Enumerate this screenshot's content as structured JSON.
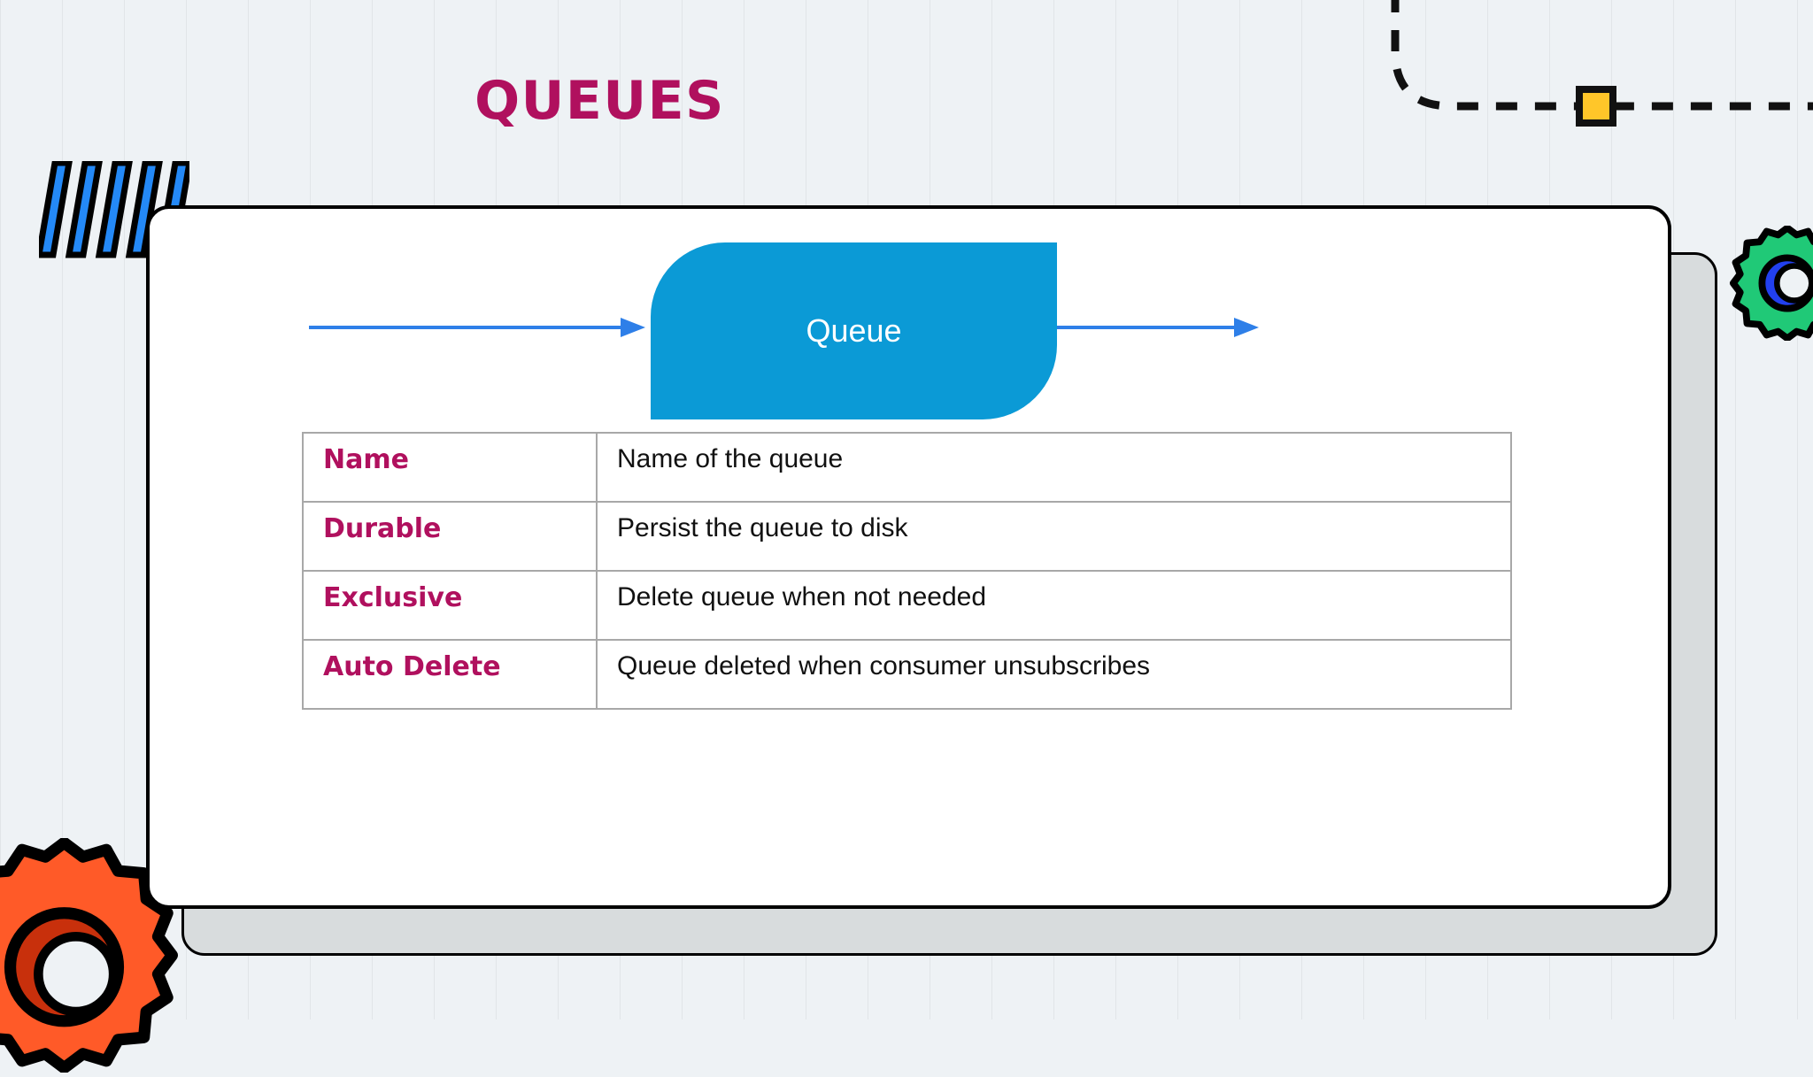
{
  "page": {
    "title": "QUEUES",
    "background_color": "#eef2f5",
    "accent_color": "#b0105e"
  },
  "card": {
    "diagram": {
      "shape_label": "Queue",
      "shape_color": "#0b9ad6",
      "arrow_color": "#2e7fe8",
      "arrow_in_name": "inbound-arrow",
      "arrow_out_name": "outbound-arrow"
    },
    "table": {
      "rows": [
        {
          "name": "Name",
          "description": "Name of the queue"
        },
        {
          "name": "Durable",
          "description": "Persist the queue to disk"
        },
        {
          "name": "Exclusive",
          "description": "Delete queue when not needed"
        },
        {
          "name": "Auto Delete",
          "description": "Queue deleted when consumer unsubscribes"
        }
      ]
    }
  },
  "decorations": {
    "stripes": {
      "icon": "diagonal-stripes-icon",
      "count": 5,
      "color": "#2489f7"
    },
    "dashed_path": {
      "icon": "dashed-connector-icon",
      "node_color": "#ffc629"
    },
    "gear_green": {
      "icon": "gear-icon",
      "color": "#20c977",
      "inner_color": "#2240ef"
    },
    "gear_orange": {
      "icon": "gear-icon",
      "color": "#ff5a28",
      "inner_color": "#c8300c"
    }
  }
}
